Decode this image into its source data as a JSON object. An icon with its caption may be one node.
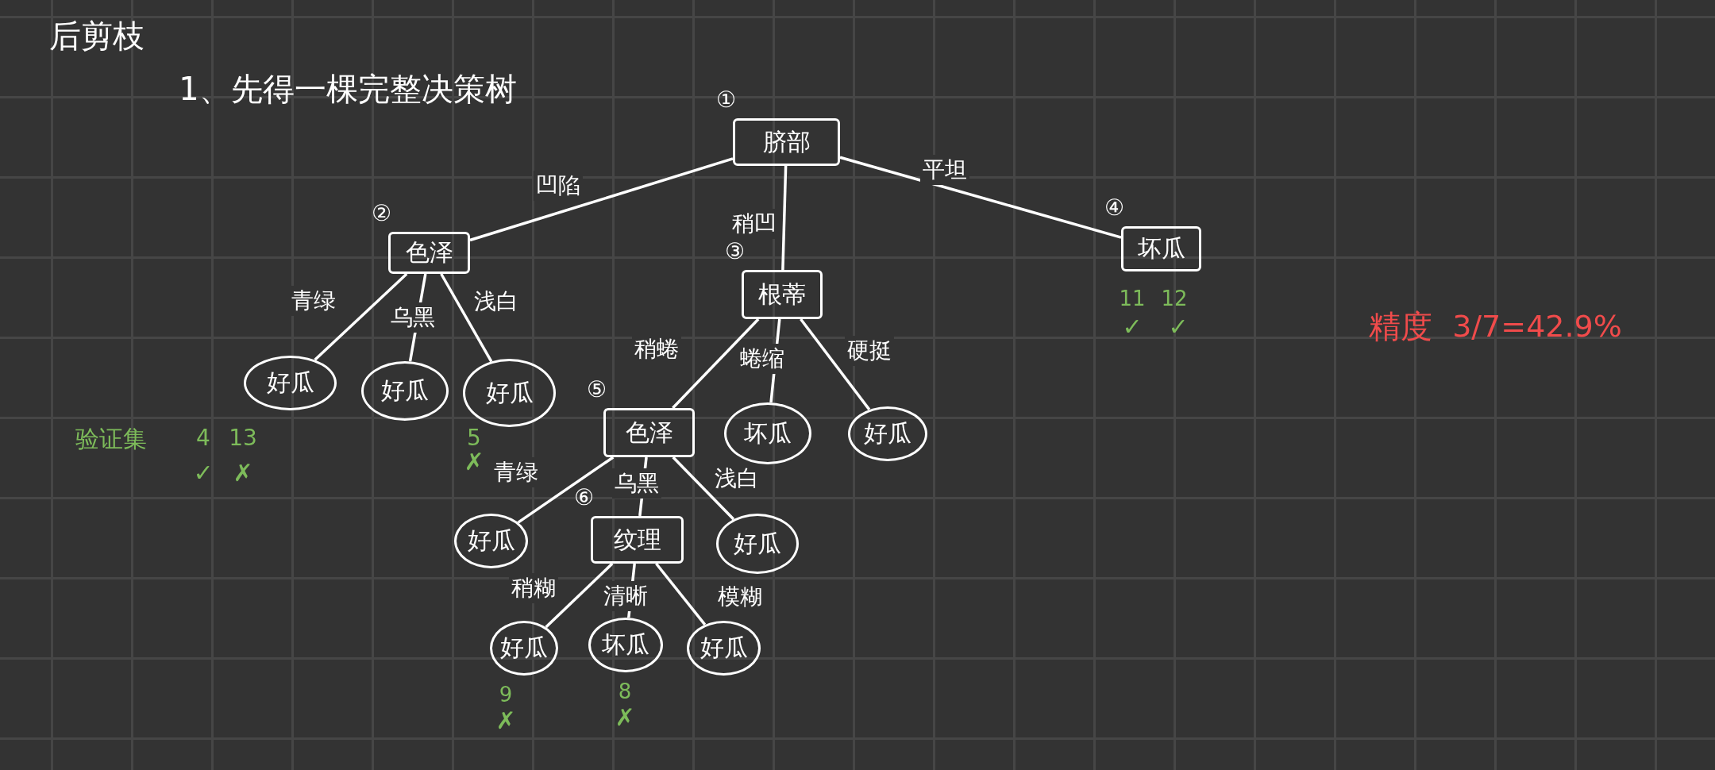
{
  "diagram": {
    "title": "后剪枝",
    "nodes": [
      {
        "text": [
          "脐部"
        ],
        "beside": [
          "①"
        ]
      },
      {
        "text": [
          "色泽"
        ],
        "beside": [
          "②"
        ]
      },
      {
        "text": [
          "根蒂"
        ],
        "beside": [
          "③"
        ]
      },
      {
        "text": [
          "坏瓜"
        ],
        "beside": [
          "④"
        ]
      },
      {
        "text": [
          "好瓜"
        ]
      },
      {
        "text": [
          "好瓜"
        ]
      },
      {
        "text": [
          "好瓜"
        ]
      },
      {
        "text": [
          "色泽"
        ],
        "beside": [
          "⑤"
        ]
      },
      {
        "text": [
          "坏瓜"
        ]
      },
      {
        "text": [
          "好瓜"
        ]
      },
      {
        "text": [
          "好瓜"
        ]
      },
      {
        "text": [
          "纹理"
        ],
        "beside": [
          "⑥"
        ]
      },
      {
        "text": [
          "好瓜"
        ]
      },
      {
        "text": [
          "好瓜"
        ]
      },
      {
        "text": [
          "坏瓜"
        ]
      },
      {
        "text": [
          "好瓜"
        ]
      }
    ],
    "edges": [
      {
        "from": 0,
        "to": 1,
        "arrow": "none",
        "label": "凹陷"
      },
      {
        "from": 0,
        "to": 2,
        "arrow": "none",
        "label": "稍凹"
      },
      {
        "from": 0,
        "to": 3,
        "arrow": "none",
        "label": "平坦"
      },
      {
        "from": 1,
        "to": 4,
        "arrow": "none",
        "label": "青绿"
      },
      {
        "from": 1,
        "to": 5,
        "arrow": "none",
        "label": "乌黑"
      },
      {
        "from": 1,
        "to": 6,
        "arrow": "none",
        "label": "浅白"
      },
      {
        "from": 2,
        "to": 7,
        "arrow": "none",
        "label": "稍蜷"
      },
      {
        "from": 2,
        "to": 8,
        "arrow": "none",
        "label": "蜷缩"
      },
      {
        "from": 2,
        "to": 9,
        "arrow": "none",
        "label": "硬挺"
      },
      {
        "from": 7,
        "to": 10,
        "arrow": "none",
        "label": "青绿"
      },
      {
        "from": 7,
        "to": 11,
        "arrow": "none",
        "label": "乌黑"
      },
      {
        "from": 7,
        "to": 12,
        "arrow": "none",
        "label": "浅白"
      },
      {
        "from": 11,
        "to": 13,
        "arrow": "none",
        "label": "稍糊"
      },
      {
        "from": 11,
        "to": 14,
        "arrow": "none",
        "label": "清晰"
      },
      {
        "from": 11,
        "to": 15,
        "arrow": "none",
        "label": "模糊"
      }
    ],
    "labels": [
      "1、先得一棵完整决策树",
      "验证集",
      "4",
      "13",
      "✓",
      "✗",
      "5",
      "✗",
      "11",
      "12",
      "✓",
      "✓",
      "精度",
      "3/7=42.9%",
      "9",
      "✗",
      "8",
      "✗"
    ]
  }
}
